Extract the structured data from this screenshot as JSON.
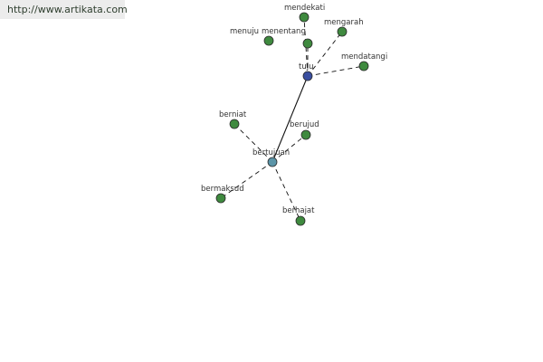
{
  "header": {
    "url": "http://www.artikata.com"
  },
  "colors": {
    "center_node": "#3a4fa0",
    "hub_node": "#5c95a8",
    "leaf_node": "#3f8a3f",
    "node_stroke": "#2a2a2a",
    "edge": "#111111"
  },
  "nodes": [
    {
      "id": "tuju",
      "label": "tuju",
      "kind": "center"
    },
    {
      "id": "bertujuan",
      "label": "bertujuan",
      "kind": "hub"
    },
    {
      "id": "mendekati",
      "label": "mendekati",
      "kind": "leaf"
    },
    {
      "id": "mengarah",
      "label": "mengarah",
      "kind": "leaf"
    },
    {
      "id": "menentang",
      "label": "menentang",
      "kind": "leaf"
    },
    {
      "id": "menuju",
      "label": "menuju",
      "kind": "leaf"
    },
    {
      "id": "mendatangi",
      "label": "mendatangi",
      "kind": "leaf"
    },
    {
      "id": "berniat",
      "label": "berniat",
      "kind": "leaf"
    },
    {
      "id": "berujud",
      "label": "berujud",
      "kind": "leaf"
    },
    {
      "id": "bermaksud",
      "label": "bermaksud",
      "kind": "leaf"
    },
    {
      "id": "berhajat",
      "label": "berhajat",
      "kind": "leaf"
    }
  ],
  "edges": [
    {
      "from": "tuju",
      "to": "bertujuan",
      "style": "solid"
    },
    {
      "from": "tuju",
      "to": "mendekati",
      "style": "dashed"
    },
    {
      "from": "tuju",
      "to": "mengarah",
      "style": "dashed"
    },
    {
      "from": "tuju",
      "to": "menentang",
      "style": "dashed"
    },
    {
      "from": "tuju",
      "to": "mendatangi",
      "style": "dashed"
    },
    {
      "from": "bertujuan",
      "to": "berniat",
      "style": "dashed"
    },
    {
      "from": "bertujuan",
      "to": "berujud",
      "style": "dashed"
    },
    {
      "from": "bertujuan",
      "to": "bermaksud",
      "style": "dashed"
    },
    {
      "from": "bertujuan",
      "to": "berhajat",
      "style": "dashed"
    }
  ]
}
